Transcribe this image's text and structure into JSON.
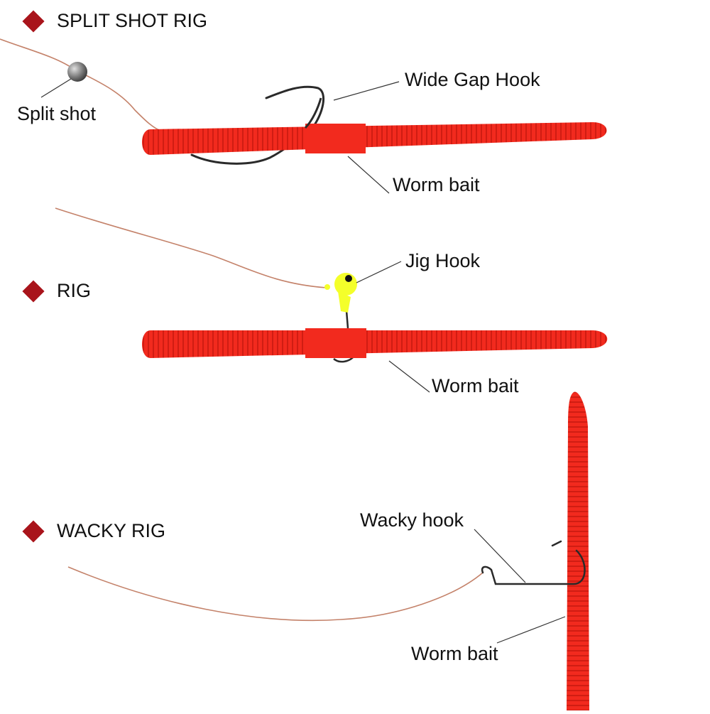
{
  "sections": [
    {
      "title": "SPLIT SHOT RIG"
    },
    {
      "title": "RIG"
    },
    {
      "title": "WACKY RIG"
    }
  ],
  "labels": {
    "split_shot": "Split shot",
    "wide_gap_hook": "Wide Gap Hook",
    "worm_bait_1": "Worm bait",
    "jig_hook": "Jig Hook",
    "worm_bait_2": "Worm bait",
    "wacky_hook": "Wacky hook",
    "worm_bait_3": "Worm bait"
  },
  "colors": {
    "worm": "#f22a1e",
    "worm_dark": "#c81810",
    "line": "#c4826a",
    "hook": "#2a2a2a",
    "jig_head": "#f4ff2a",
    "section_marker": "#a9141b"
  }
}
